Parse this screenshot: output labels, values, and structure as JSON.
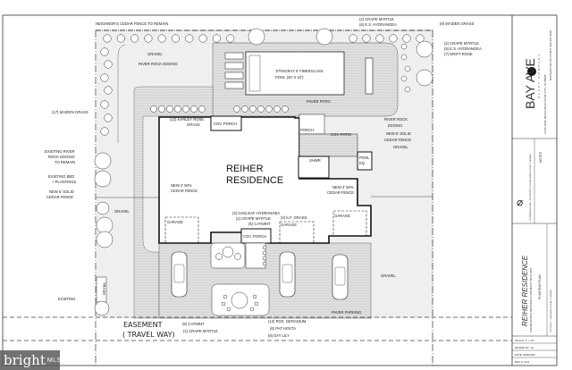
{
  "plan": {
    "house_name_line1": "REIHER",
    "house_name_line2": "RESIDENCE",
    "labels": {
      "neighbor_fence": "NEIGHBOR'S CEDAR FENCE TO REMAIN",
      "gravel_top": "GRAVEL",
      "river_rock_top": "RIVER ROCK EDGING",
      "maiden_grass_left": "(17) MAIDEN GRASS",
      "karley_rose_1": "(12) KARLEY ROSE",
      "karley_rose_2": "GRASS",
      "cov_porch_top": "COV. PORCH",
      "pool_1": "'STINGRAY II' FIBERGLASS",
      "pool_2": "POOL (26' X 10')",
      "paver_patio": "PAVER PATIO",
      "porch": "PORCH",
      "cov_patio": "COV. PATIO",
      "shwr": "SHWR",
      "pool_eq_1": "POOL",
      "pool_eq_2": "EQ",
      "crape_top": "(2) CRAPE MYRTLE",
      "hydrangea_top": "(6) E.S. HYDRANGEA",
      "maiden_grass_right": "(8) MAIDEN GRASS",
      "crape_right": "(2) CRAPE MYRTLE",
      "hydrangea_right": "(5) E.S. HYDRANGEA",
      "drift_rose": "(7) DRIFT ROSE",
      "river_rock_right_1": "RIVER ROCK",
      "river_rock_right_2": "EDGING",
      "fence5_right_1": "NEW 5' SOLID",
      "fence5_right_2": "CEDAR FENCE",
      "gravel_right": "GRAVEL",
      "exist_edge_1": "EXISTING RIVER",
      "exist_edge_2": "ROCK EDGING",
      "exist_edge_3": "TO REMAIN",
      "exist_bed_1": "EXISTING BED",
      "exist_bed_2": "+ PLANTINGS",
      "fence5_left_1": "NEW 5' SOLID",
      "fence5_left_2": "CEDAR FENCE",
      "fence4_left_1": "NEW 4' 50%",
      "fence4_left_2": "CEDAR FENCE",
      "fence4_right_1": "NEW 4' 50%",
      "fence4_right_2": "CEDAR FENCE",
      "gravel_left": "GRAVEL",
      "garage_1": "GARAGE",
      "garage_2": "GARAGE",
      "garage_3": "GARAGE",
      "oakleaf": "(3) OAKLEAF HYDRANGEA",
      "crape_front": "(1) CRAPE MYRTLE",
      "catmint_front": "(5) CATMINT",
      "kf_grass": "(3) K.F. GRASS",
      "cov_porch_front": "COV. PORCH",
      "trash": "TRASH",
      "existing": "EXISTING",
      "gravel_bottom": "GRAVEL",
      "paver_parking": "PAVER PARKING",
      "easement_1": "EASEMENT",
      "easement_2": "( TRAVEL WAY)",
      "catmint_bed": "(9) CATMINT",
      "crape_bed": "(1) CRAPE MYRTLE",
      "geranium": "(12) ROZ. GERANIUM",
      "hosta": "(6) PAT HOSTA",
      "day_lily": "(8) DAY LILY"
    }
  },
  "title_block": {
    "company_logo": "BAY AVE",
    "company_sub": "PLANT COMPANY",
    "company_address": "1418 LONG BEACH BLVD SURF CITY, NJ 08008",
    "company_contact": "BAYAVEPLANTCO.COM  P. 609-361-8000",
    "notes_label": "NOTES",
    "disclaimer": "THE DRAWINGS ARE THE PROPERTY OF BAY AVENUE PLANT COMPANY",
    "project_title": "REIHER RESIDENCE",
    "project_address": "LONG BEACH BLVD. NORTH BEACH, LONG BEACH TWP, NJ 08008",
    "sheet_title": "PLANTING PLAN",
    "copyright": "COPYRIGHT © BAY AVENUE PLANT COMPANY",
    "scale": "SCALE: 1\" = 10'",
    "drawn_by": "DRAWN BY: JH",
    "date": "DATE: 8/00/2020",
    "rev": "REV #: 0A/1"
  },
  "watermark": {
    "brand": "bright",
    "suffix": "MLS"
  },
  "colors": {
    "line": "#111111",
    "paver": "#e6e6e6",
    "gravel": "#efefef",
    "watermark_bg": "#5a5a5a"
  }
}
